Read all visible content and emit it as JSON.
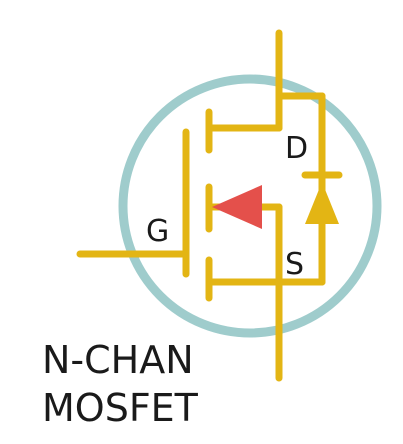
{
  "symbol": {
    "labels": {
      "drain": "D",
      "gate": "G",
      "source": "S"
    },
    "caption": {
      "line1": "N-CHAN",
      "line2": "MOSFET"
    },
    "colors": {
      "lead": "#e3b514",
      "circle": "#9fcccc",
      "arrow": "#e4504b",
      "text": "#1a1a1a"
    }
  }
}
